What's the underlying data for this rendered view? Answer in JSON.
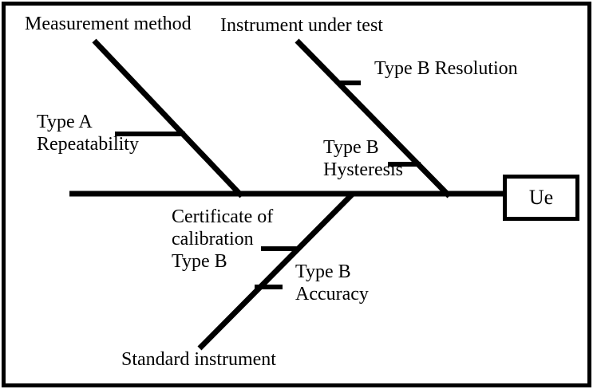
{
  "diagram": {
    "type": "fishbone-cause-effect",
    "effect": {
      "label": "Ue"
    },
    "branches": [
      {
        "id": "measurement-method",
        "label": "Measurement method",
        "position": "top-left",
        "causes": [
          {
            "label": "Type A\nRepeatability"
          }
        ]
      },
      {
        "id": "instrument-under-test",
        "label": "Instrument under test",
        "position": "top-right",
        "causes": [
          {
            "label": "Type B Resolution"
          },
          {
            "label": "Type B\nHysteresis"
          }
        ]
      },
      {
        "id": "standard-instrument",
        "label": "Standard instrument",
        "position": "bottom",
        "causes": [
          {
            "label": "Certificate of\ncalibration\nType B"
          },
          {
            "label": "Type B\nAccuracy"
          }
        ]
      }
    ],
    "colors": {
      "line": "#000000",
      "text": "#000000",
      "background": "#ffffff"
    }
  }
}
